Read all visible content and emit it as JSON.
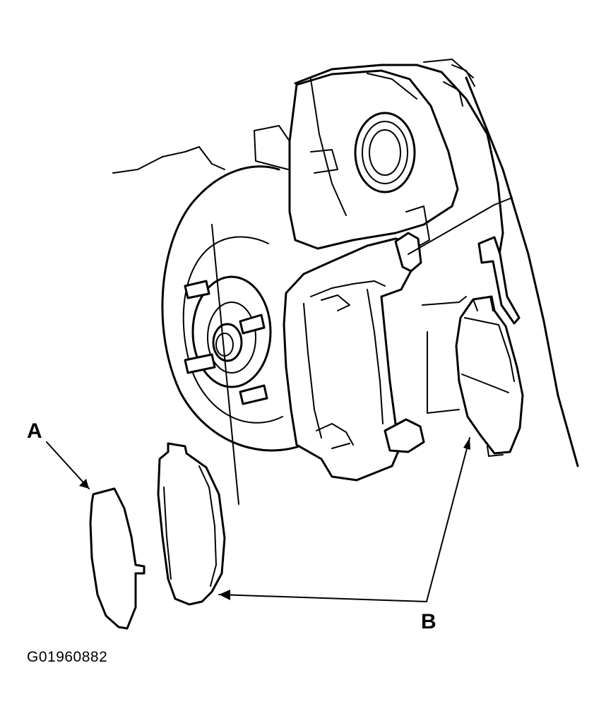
{
  "callouts": {
    "a": "A",
    "b": "B"
  },
  "figure_id": "G01960882",
  "colors": {
    "line": "#000000",
    "background": "#ffffff"
  }
}
